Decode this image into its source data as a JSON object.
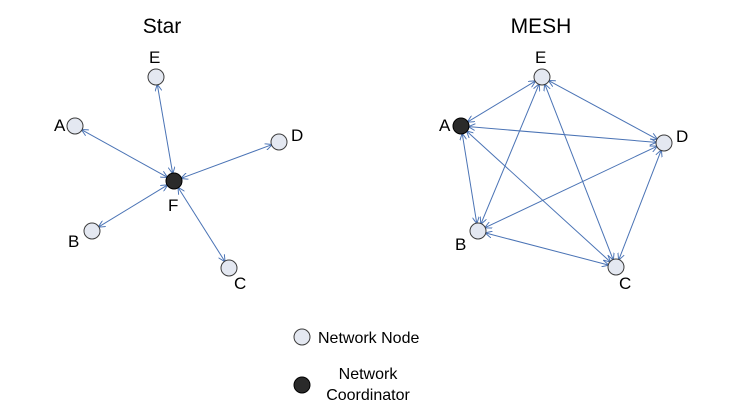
{
  "colors": {
    "edge": "#4a73b5",
    "node_fill": "#e4e8f1",
    "node_stroke": "#3c3c3c",
    "coordinator_fill": "#2a2a2a"
  },
  "star": {
    "title": "Star",
    "nodes": {
      "A": "A",
      "B": "B",
      "C": "C",
      "D": "D",
      "E": "E",
      "F": "F"
    },
    "coordinator": "F",
    "links": [
      [
        "F",
        "A"
      ],
      [
        "F",
        "B"
      ],
      [
        "F",
        "C"
      ],
      [
        "F",
        "D"
      ],
      [
        "F",
        "E"
      ]
    ]
  },
  "mesh": {
    "title": "MESH",
    "nodes": {
      "A": "A",
      "B": "B",
      "C": "C",
      "D": "D",
      "E": "E"
    },
    "coordinator": "A",
    "links": [
      [
        "A",
        "E"
      ],
      [
        "A",
        "D"
      ],
      [
        "A",
        "B"
      ],
      [
        "A",
        "C"
      ],
      [
        "E",
        "D"
      ],
      [
        "E",
        "B"
      ],
      [
        "E",
        "C"
      ],
      [
        "D",
        "B"
      ],
      [
        "D",
        "C"
      ],
      [
        "B",
        "C"
      ]
    ]
  },
  "legend": {
    "node_label": "Network Node",
    "coordinator_line1": "Network",
    "coordinator_line2": "Coordinator"
  }
}
